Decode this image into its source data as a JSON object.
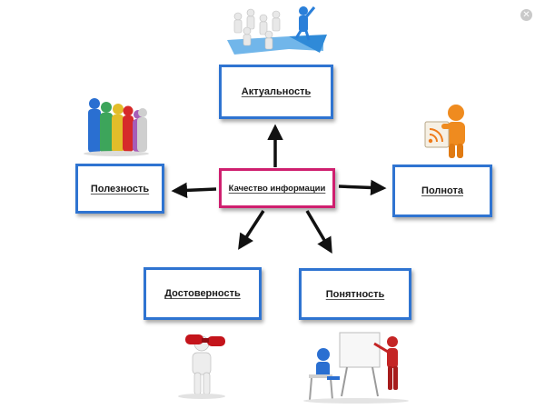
{
  "center": {
    "label": "Качество информации"
  },
  "nodes": {
    "relevance": {
      "label": "Актуальность"
    },
    "usefulness": {
      "label": "Полезность"
    },
    "completeness": {
      "label": "Полнота"
    },
    "reliability": {
      "label": "Достоверность"
    },
    "clarity": {
      "label": "Понятность"
    }
  },
  "colors": {
    "outer_border": "#2f74d1",
    "center_border": "#cf1f6f",
    "arrow": "#111111"
  },
  "icons": {
    "close": "close-icon",
    "relevance": "leader-figure-on-arrow-icon",
    "usefulness": "group-of-people-icon",
    "completeness": "figure-reading-rss-icon",
    "reliability": "figure-with-binoculars-icon",
    "clarity": "teacher-at-whiteboard-icon"
  }
}
